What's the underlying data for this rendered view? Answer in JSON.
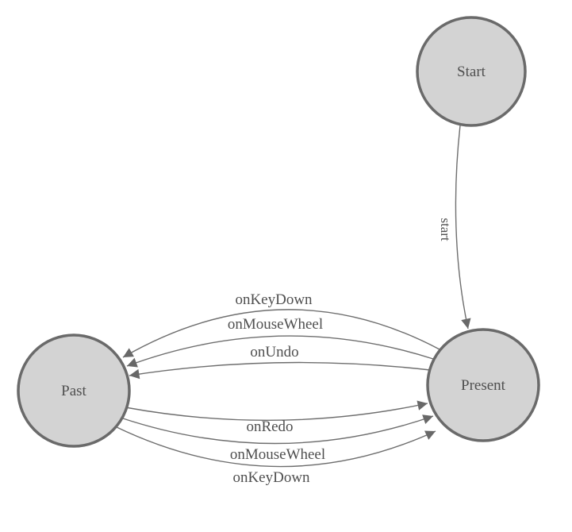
{
  "diagram": {
    "type": "state-machine",
    "nodes": [
      {
        "id": "start",
        "label": "Start"
      },
      {
        "id": "present",
        "label": "Present"
      },
      {
        "id": "past",
        "label": "Past"
      }
    ],
    "edges": [
      {
        "label": "start",
        "from": "Start",
        "to": "Present"
      },
      {
        "label": "onKeyDown",
        "from": "Present",
        "to": "Past"
      },
      {
        "label": "onMouseWheel",
        "from": "Present",
        "to": "Past"
      },
      {
        "label": "onUndo",
        "from": "Present",
        "to": "Past"
      },
      {
        "label": "onRedo",
        "from": "Past",
        "to": "Present"
      },
      {
        "label": "onMouseWheel",
        "from": "Past",
        "to": "Present"
      },
      {
        "label": "onKeyDown",
        "from": "Past",
        "to": "Present"
      }
    ],
    "colors": {
      "background": "#ffffff",
      "node_fill": "#d3d3d3",
      "node_stroke": "#6a6a6a",
      "edge_stroke": "#6e6e6e",
      "arrow_fill": "#686868",
      "label_text": "#4f4f4f"
    }
  }
}
